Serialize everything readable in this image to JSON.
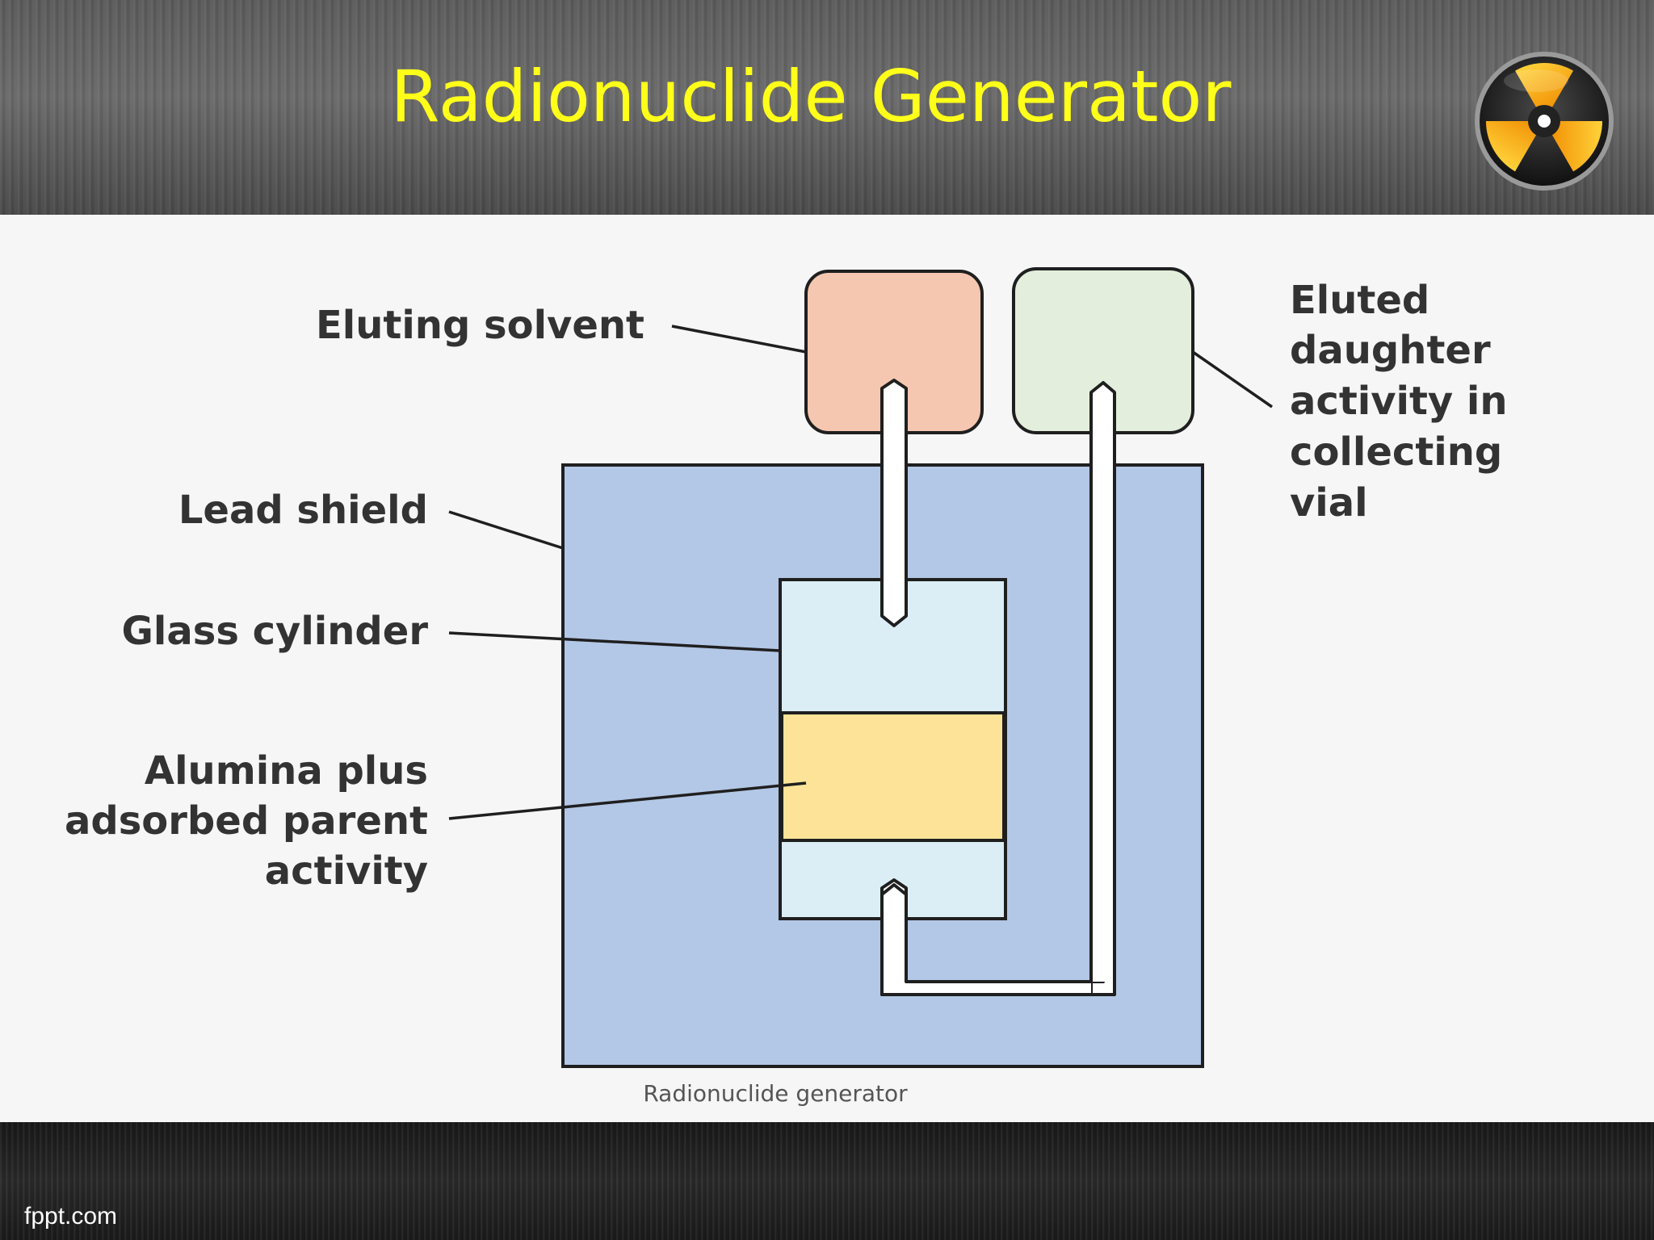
{
  "slide": {
    "title": "Radionuclide Generator",
    "footer": "fppt.com"
  },
  "diagram": {
    "labels": {
      "eluting_solvent": "Eluting solvent",
      "eluted_line1": "Eluted",
      "eluted_line2": "daughter",
      "eluted_line3": "activity in",
      "eluted_line4": "collecting",
      "eluted_line5": "vial",
      "lead_shield": "Lead shield",
      "glass_cylinder": "Glass cylinder",
      "alumina_line1": "Alumina plus",
      "alumina_line2": "adsorbed parent",
      "alumina_line3": "activity"
    },
    "caption": "Radionuclide generator",
    "colors": {
      "solvent_vial": "#f5c7b0",
      "collecting_vial": "#e3efdc",
      "lead_shield": "#b3c7e6",
      "glass": "#dbeef6",
      "alumina": "#fde398"
    }
  },
  "icons": {
    "logo": "radiation-trefoil-icon"
  }
}
